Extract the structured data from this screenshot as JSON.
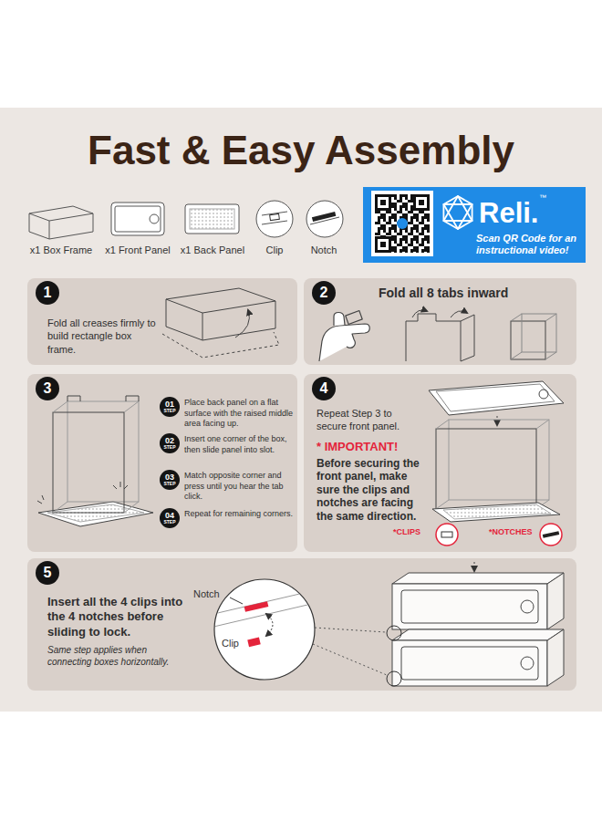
{
  "diagram": {
    "title": "Fast & Easy Assembly",
    "nodes": [
      {
        "text": [
          "Reli.",
          "Scan QR Code for an instructional video!"
        ]
      },
      {
        "text": [
          "Fold all creases firmly to build rectangle box frame."
        ]
      },
      {
        "text": [
          "1"
        ],
        "in": 1
      },
      {
        "text": [
          "Fold all 8 tabs inward"
        ]
      },
      {
        "text": [
          "2"
        ],
        "in": 3
      },
      {
        "text": [
          "Place back panel on a flat surface with the raised middle area facing up.",
          "Insert one corner of the box, then slide panel into slot.",
          "Match opposite corner and press until you hear the tab click.",
          "Repeat for remaining corners."
        ]
      },
      {
        "text": [
          "3"
        ],
        "in": 5
      },
      {
        "text": [
          "01",
          "STEP"
        ],
        "in": 5
      },
      {
        "text": [
          "02",
          "STEP"
        ],
        "in": 5
      },
      {
        "text": [
          "03",
          "STEP"
        ],
        "in": 5
      },
      {
        "text": [
          "04",
          "STEP"
        ],
        "in": 5
      },
      {
        "text": [
          "Repeat Step 3 to secure front panel.",
          "* IMPORTANT!",
          "Before securing the front panel, make sure the clips and notches are facing the same direction.",
          "*CLIPS",
          "*NOTCHES"
        ]
      },
      {
        "text": [
          "4"
        ],
        "in": 11
      },
      {
        "text": [
          "Insert all the 4 clips into the 4 notches before sliding to lock.",
          "Same step applies when connecting boxes horizontally."
        ]
      },
      {
        "text": [
          "5"
        ],
        "in": 13
      }
    ],
    "labels": [
      "x1 Box Frame",
      "x1 Front Panel",
      "x1 Back Panel",
      "Clip",
      "Notch",
      "™",
      "Notch",
      "Clip"
    ]
  }
}
